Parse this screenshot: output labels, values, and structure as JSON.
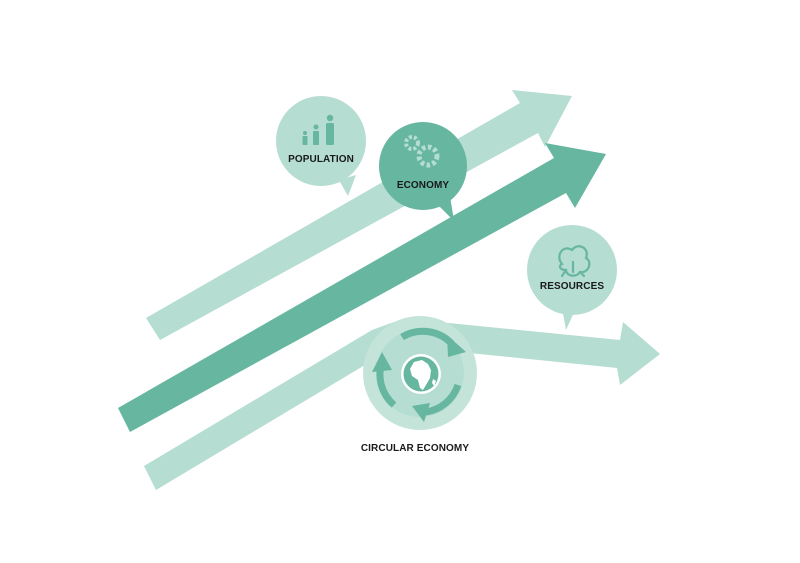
{
  "labels": {
    "population": "POPULATION",
    "economy": "ECONOMY",
    "resources": "RESOURCES",
    "circular_economy": "CIRCULAR ECONOMY"
  },
  "colors": {
    "light": "#b5ddd1",
    "dark": "#66b6a0",
    "ring": "#c4e4da",
    "background": "#ffffff",
    "text": "#1a1a1a"
  },
  "icons": {
    "population": "people-icon",
    "economy": "gears-icon",
    "resources": "cotton-icon",
    "circular_economy": "globe-icon"
  }
}
